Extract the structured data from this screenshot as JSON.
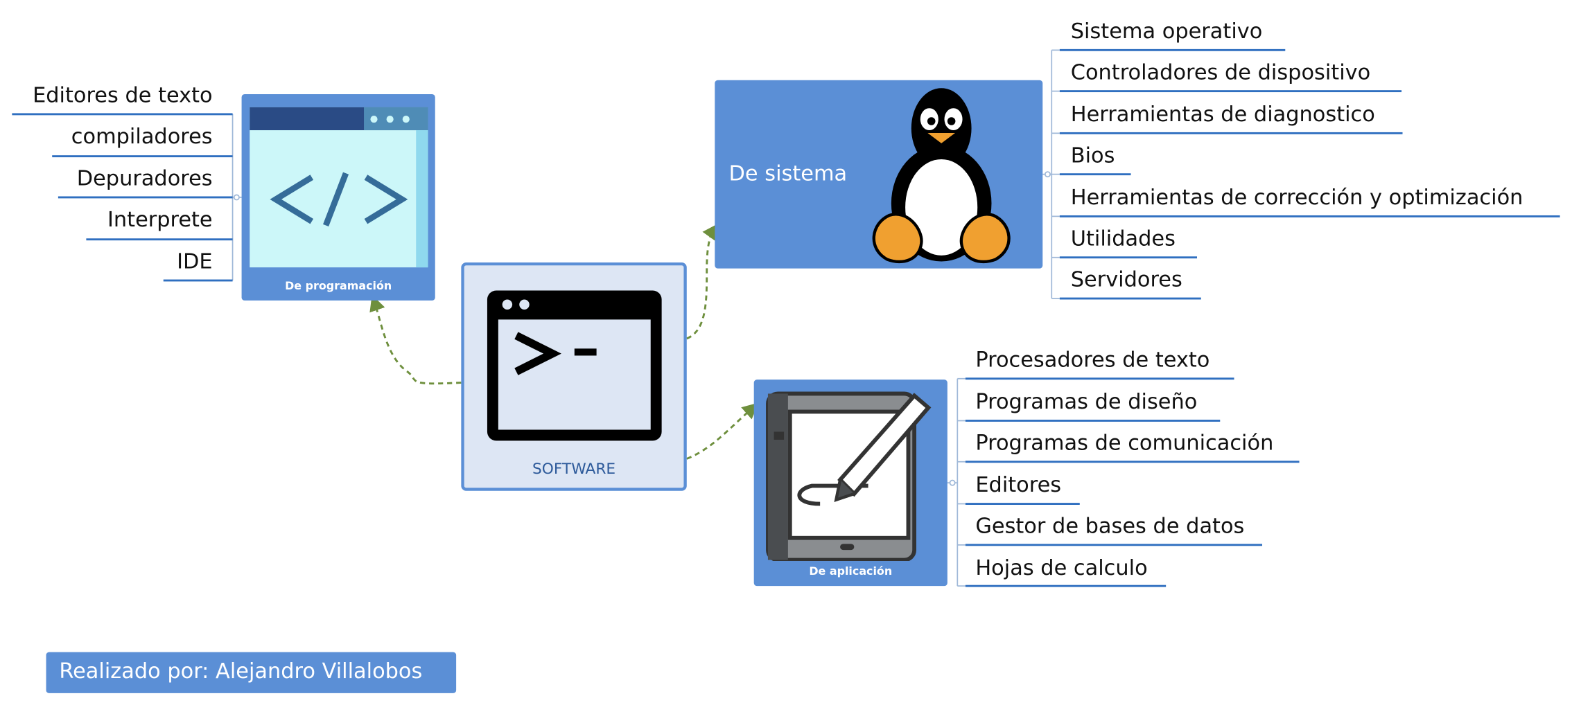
{
  "colors": {
    "branch_box": "#5b8fd6",
    "center_box": "#dde6f4",
    "center_border": "#5b8fd6",
    "connector": "#6e8f3d",
    "underline": "#2f6fc0"
  },
  "center": {
    "label": "SOFTWARE",
    "icon": "terminal-icon"
  },
  "branches": {
    "programacion": {
      "label": "De programación",
      "icon": "code-window-icon",
      "items": [
        "Editores de texto",
        "compiladores",
        "Depuradores",
        "Interprete",
        "IDE"
      ]
    },
    "sistema": {
      "label": "De sistema",
      "icon": "linux-penguin-icon",
      "items": [
        "Sistema operativo",
        "Controladores de dispositivo",
        "Herramientas de diagnostico",
        "Bios",
        "Herramientas de corrección y optimización",
        "Utilidades",
        "Servidores"
      ]
    },
    "aplicacion": {
      "label": "De aplicación",
      "icon": "tablet-pen-icon",
      "items": [
        "Procesadores de texto",
        "Programas de diseño",
        "Programas de comunicación",
        "Editores",
        "Gestor de bases de datos",
        "Hojas de calculo"
      ]
    }
  },
  "footer": {
    "label": "Realizado por: Alejandro Villalobos"
  }
}
